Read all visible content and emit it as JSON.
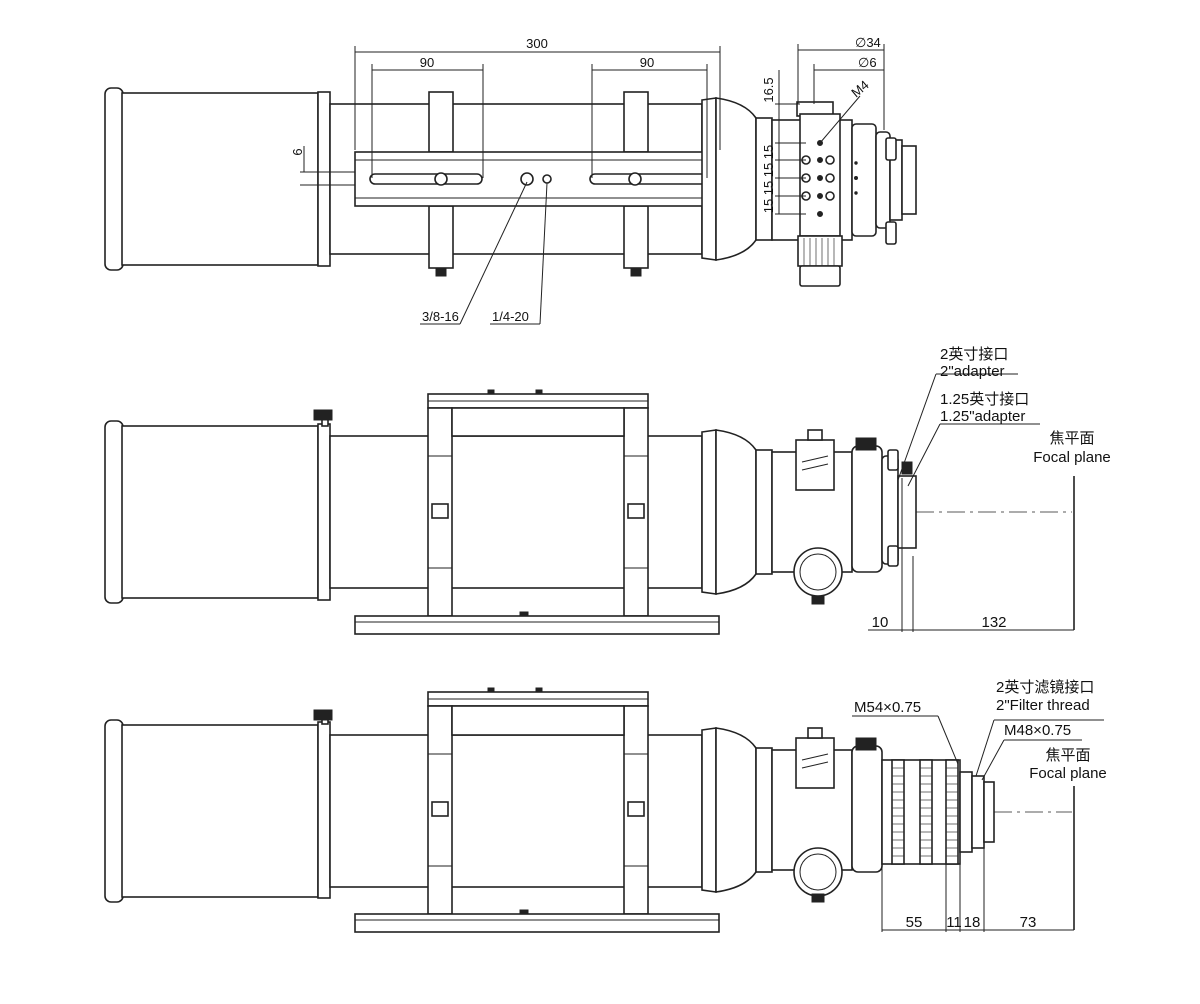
{
  "top_view": {
    "dims": {
      "overall": "300",
      "left_span": "90",
      "right_span": "90",
      "rail_offset": "6",
      "height_16_5": "16.5",
      "bracket_15_a": "15",
      "bracket_15_b": "15",
      "bracket_15_c": "15",
      "bracket_15_d": "15",
      "dia_34": "∅34",
      "dia_6": "∅6",
      "m4": "M4"
    },
    "callouts": {
      "thread_3_8": "3/8-16",
      "thread_1_4": "1/4-20"
    }
  },
  "middle_view": {
    "adapter_2_cn": "2英寸接口",
    "adapter_2_en": "2\"adapter",
    "adapter_125_cn": "1.25英寸接口",
    "adapter_125_en": "1.25\"adapter",
    "focal_cn": "焦平面",
    "focal_en": "Focal plane",
    "dim_a": "10",
    "dim_b": "132"
  },
  "bottom_view": {
    "m54": "M54×0.75",
    "filter_cn": "2英寸滤镜接口",
    "filter_en": "2\"Filter thread",
    "m48": "M48×0.75",
    "focal_cn": "焦平面",
    "focal_en": "Focal plane",
    "dim_a": "55",
    "dim_b": "11",
    "dim_c": "18",
    "dim_d": "73"
  }
}
